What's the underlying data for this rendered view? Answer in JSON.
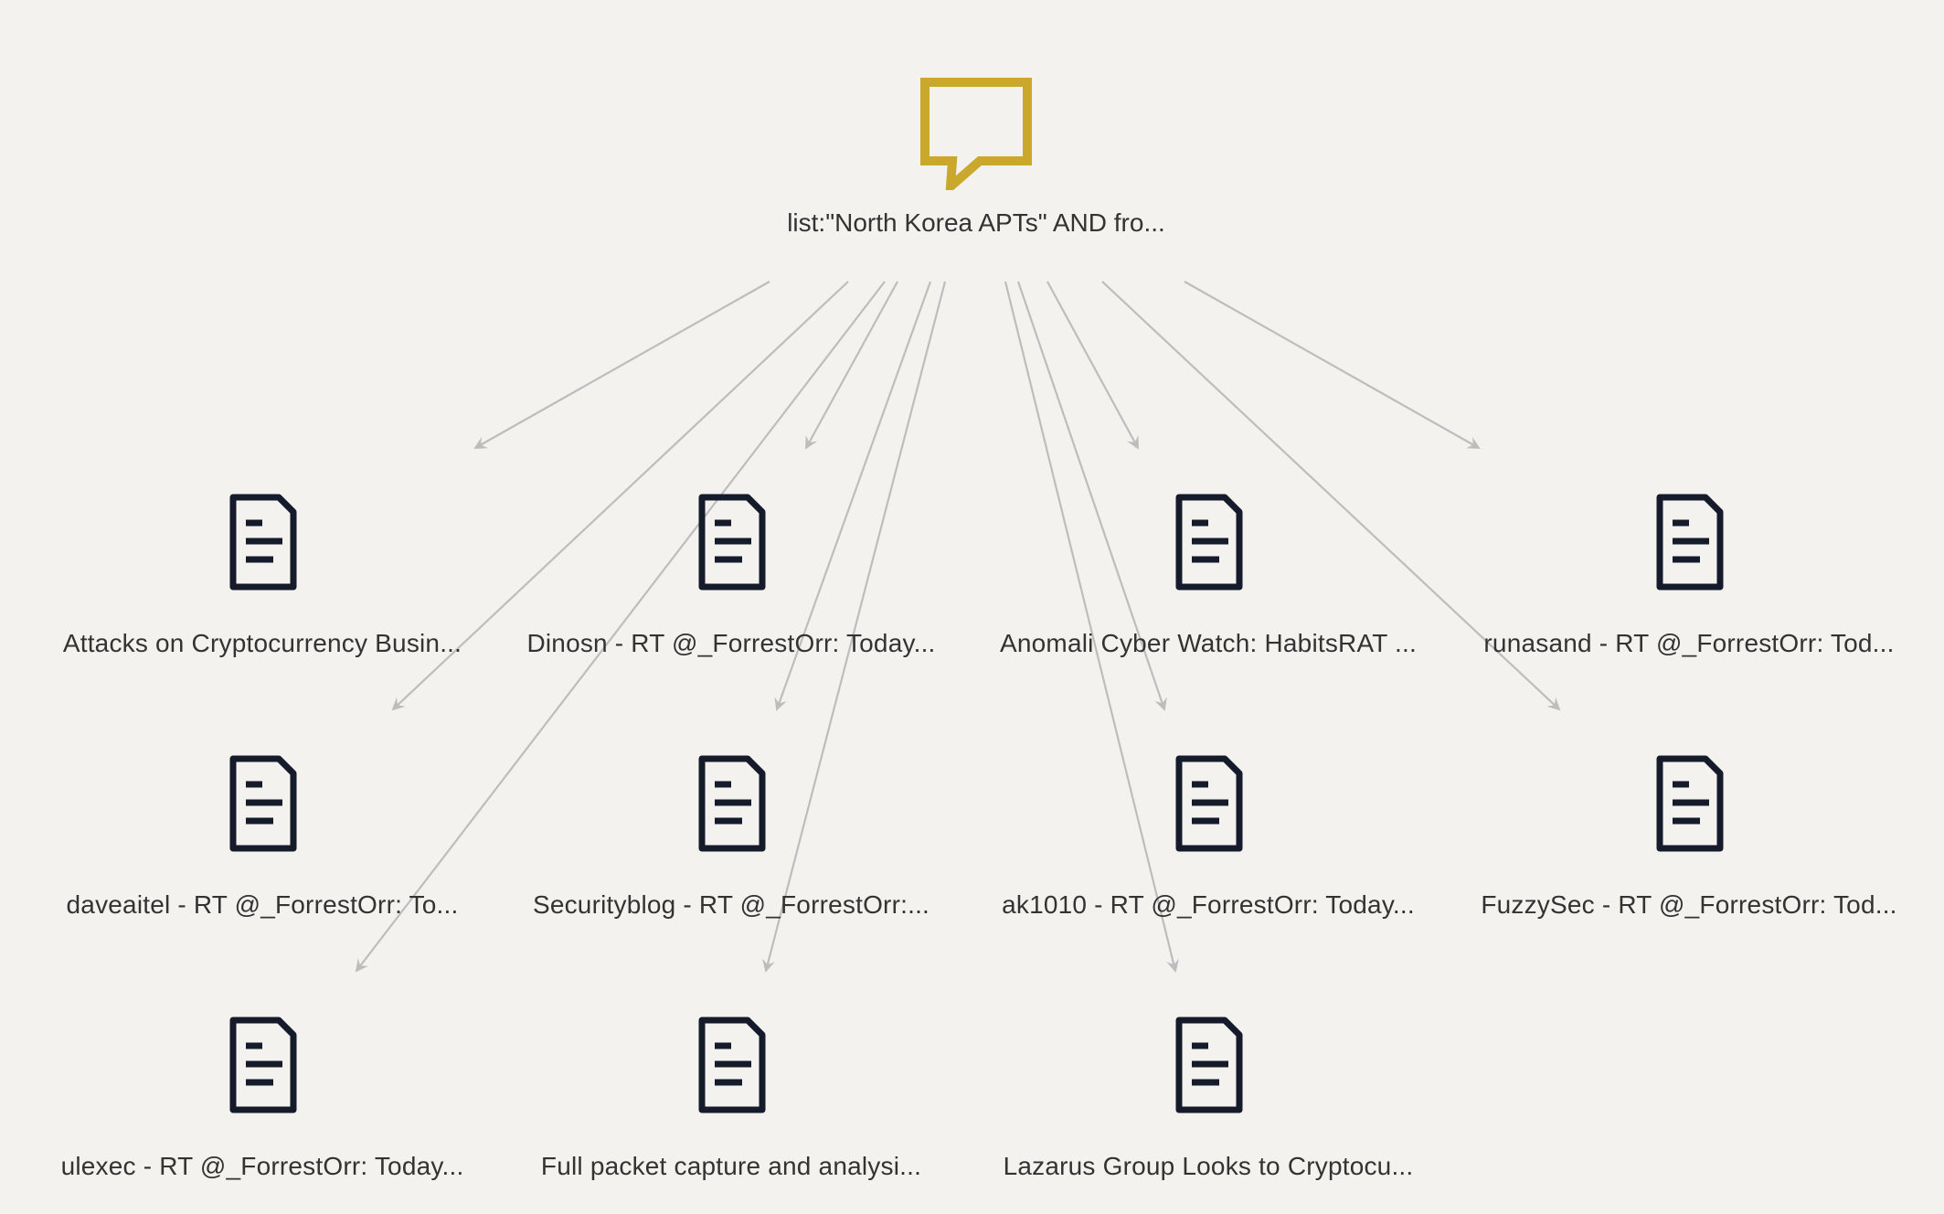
{
  "root": {
    "label": "list:\"North Korea APTs\" AND fro...",
    "icon": "speech-bubble-icon",
    "color": "#c9a82c"
  },
  "nodes": [
    {
      "id": "n1",
      "label": "Attacks on Cryptocurrency Busin...",
      "icon": "document-icon"
    },
    {
      "id": "n2",
      "label": "Dinosn - RT @_ForrestOrr: Today...",
      "icon": "document-icon"
    },
    {
      "id": "n3",
      "label": "Anomali Cyber Watch: HabitsRAT ...",
      "icon": "document-icon"
    },
    {
      "id": "n4",
      "label": "runasand - RT @_ForrestOrr: Tod...",
      "icon": "document-icon"
    },
    {
      "id": "n5",
      "label": "daveaitel - RT @_ForrestOrr: To...",
      "icon": "document-icon"
    },
    {
      "id": "n6",
      "label": "Securityblog - RT @_ForrestOrr:...",
      "icon": "document-icon"
    },
    {
      "id": "n7",
      "label": "ak1010 - RT @_ForrestOrr: Today...",
      "icon": "document-icon"
    },
    {
      "id": "n8",
      "label": "FuzzySec - RT @_ForrestOrr: Tod...",
      "icon": "document-icon"
    },
    {
      "id": "n9",
      "label": "ulexec - RT @_ForrestOrr: Today...",
      "icon": "document-icon"
    },
    {
      "id": "n10",
      "label": "Full packet capture and analysi...",
      "icon": "document-icon"
    },
    {
      "id": "n11",
      "label": "Lazarus Group Looks to Cryptocu...",
      "icon": "document-icon"
    }
  ],
  "colors": {
    "background": "#f3f2ef",
    "edge": "#bdbdbd",
    "document_icon": "#151b2a",
    "label_text": "#333333"
  }
}
